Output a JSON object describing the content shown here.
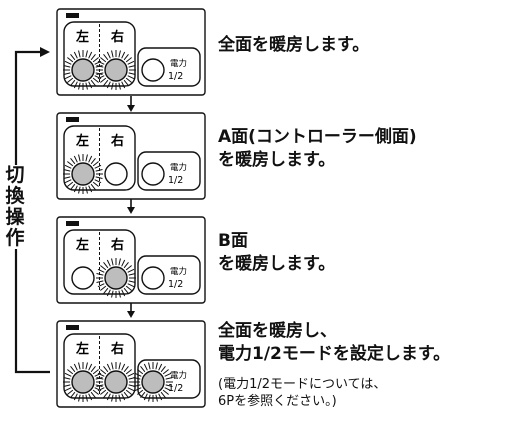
{
  "switch_label_chars": [
    "切",
    "換",
    "操",
    "作"
  ],
  "panel_text": {
    "left": "左",
    "right": "右",
    "power_line1": "電力",
    "power_line2": "1/2"
  },
  "steps": [
    {
      "left_lit": true,
      "right_lit": true,
      "power_lit": false,
      "description": [
        "全面を暖房します。"
      ],
      "note": []
    },
    {
      "left_lit": true,
      "right_lit": false,
      "power_lit": false,
      "description": [
        "A面(コントローラー側面)",
        "を暖房します。"
      ],
      "note": []
    },
    {
      "left_lit": false,
      "right_lit": true,
      "power_lit": false,
      "description": [
        "B面",
        "を暖房します。"
      ],
      "note": []
    },
    {
      "left_lit": true,
      "right_lit": true,
      "power_lit": true,
      "description": [
        "全面を暖房し、",
        "電力1/2モードを設定します。"
      ],
      "note": [
        "(電力1/2モードについては、",
        "6Pを参照ください。)"
      ]
    }
  ]
}
